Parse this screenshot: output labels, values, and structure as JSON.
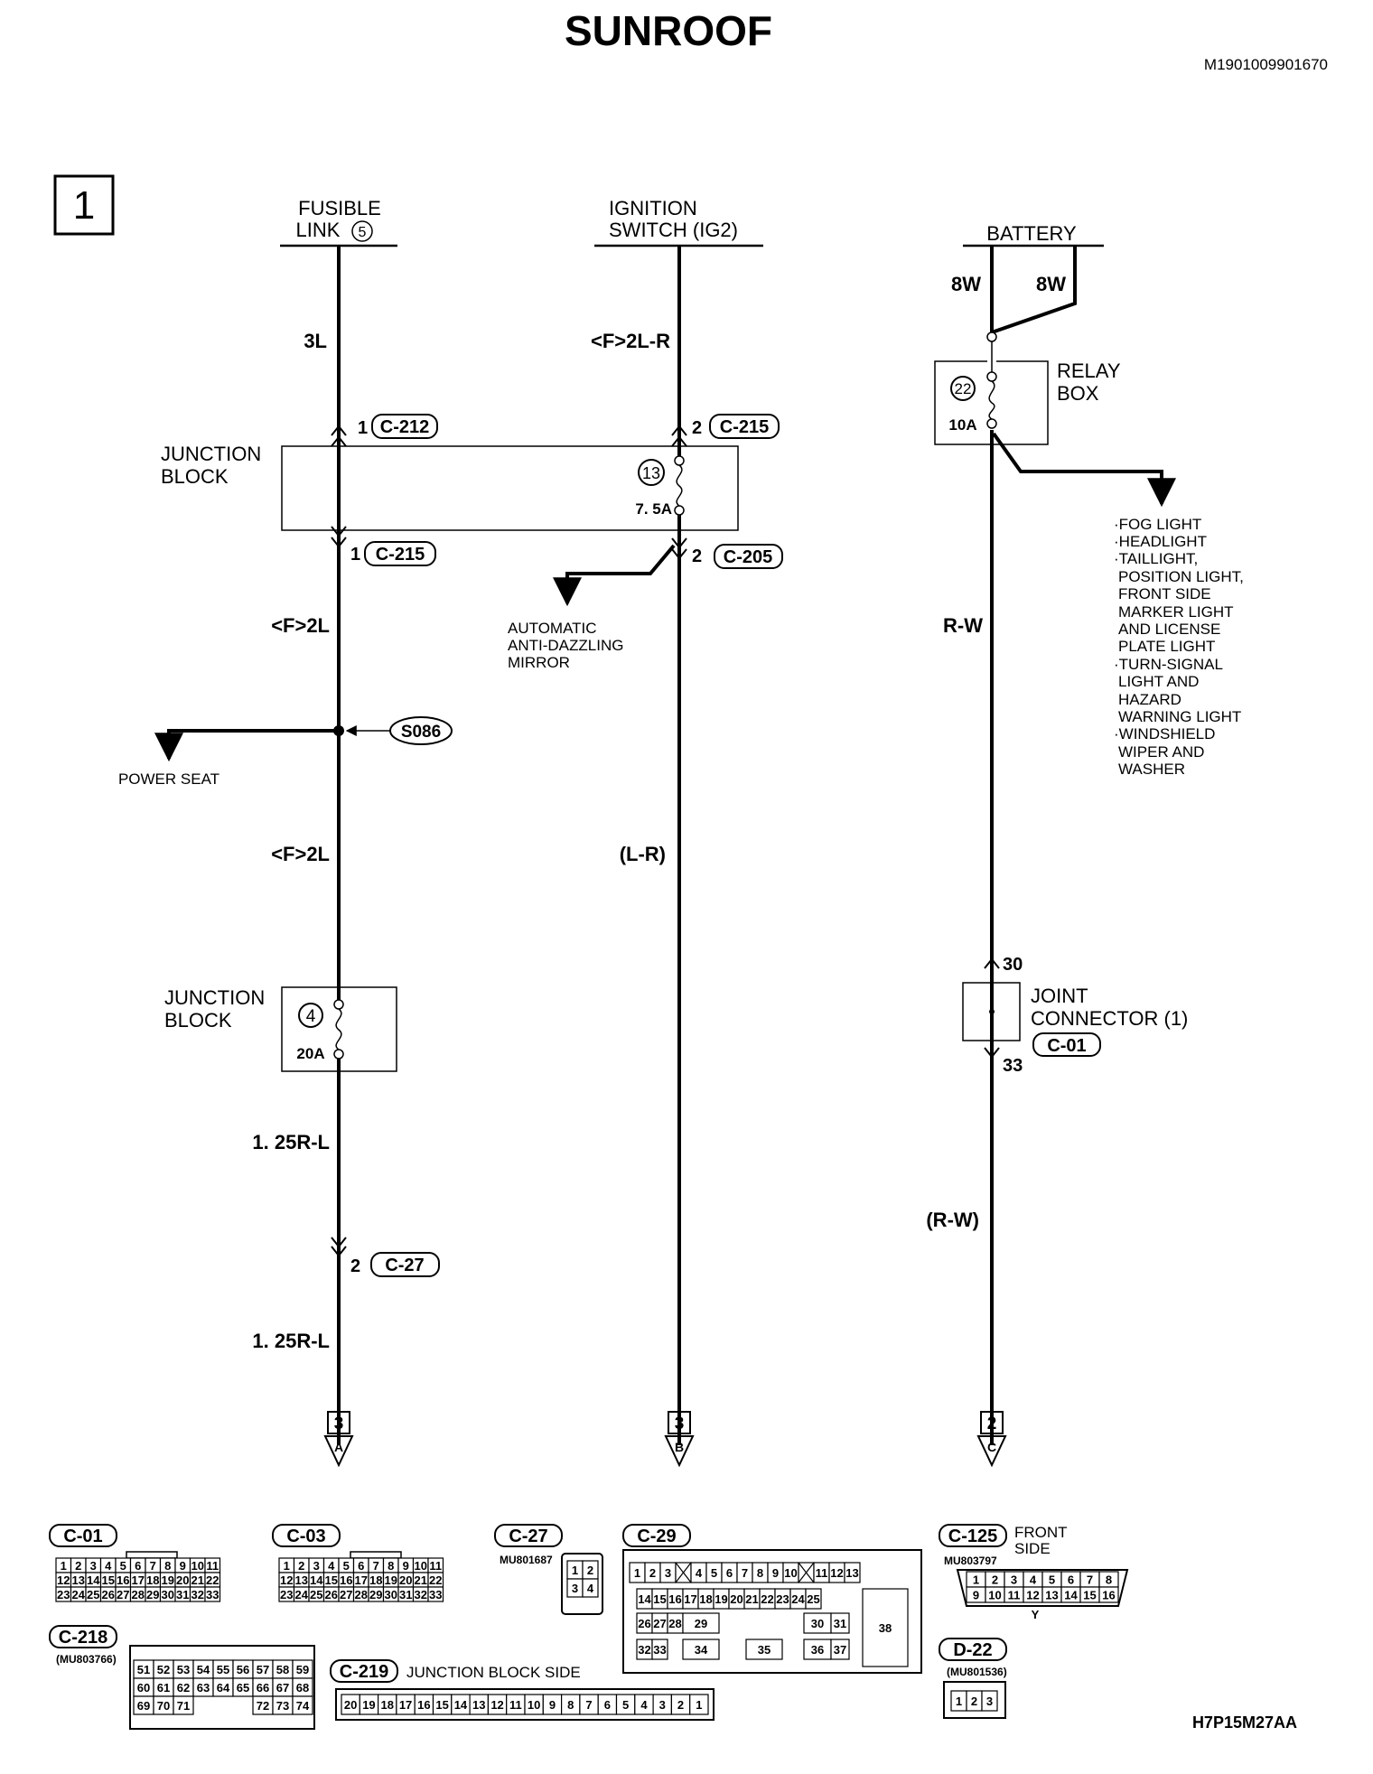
{
  "title": "SUNROOF",
  "doc_code": "M1901009901670",
  "page_box": "1",
  "footer_code": "H7P15M27AA",
  "sources": {
    "fusible_link": [
      "FUSIBLE",
      "LINK"
    ],
    "fusible_link_no": "5",
    "ignition": [
      "IGNITION",
      "SWITCH (IG2)"
    ],
    "battery": "BATTERY"
  },
  "wires": {
    "w_3l": "3L",
    "w_f2lr": "<F>2L-R",
    "w_8w_a": "8W",
    "w_8w_b": "8W",
    "w_f2l_a": "<F>2L",
    "w_f2l_b": "<F>2L",
    "w_rw": "R-W",
    "w_lr": "(L-R)",
    "w_125rl_a": "1. 25R-L",
    "w_125rl_b": "1. 25R-L",
    "w_rw_paren": "(R-W)"
  },
  "blocks": {
    "junction_block": [
      "JUNCTION",
      "BLOCK"
    ],
    "junction_block2": [
      "JUNCTION",
      "BLOCK"
    ],
    "relay_box": [
      "RELAY",
      "BOX"
    ],
    "joint_connector": [
      "JOINT",
      "CONNECTOR (1)"
    ]
  },
  "fuses": {
    "f13_no": "13",
    "f13_amp": "7. 5A",
    "f22_no": "22",
    "f22_amp": "10A",
    "f4_no": "4",
    "f4_amp": "20A"
  },
  "pins": {
    "p1_c212": "1",
    "c212": "C-212",
    "p2_c215": "2",
    "c215_top": "C-215",
    "p1_c215": "1",
    "c215_bot": "C-215",
    "p2_c205": "2",
    "c205": "C-205",
    "p2_c27": "2",
    "c27": "C-27",
    "p30": "30",
    "p33": "33",
    "c01": "C-01",
    "splice": "S086"
  },
  "branches": {
    "mirror": [
      "AUTOMATIC",
      "ANTI-DAZZLING",
      "MIRROR"
    ],
    "power_seat": "POWER SEAT",
    "relay_loads": [
      "·FOG LIGHT",
      "·HEADLIGHT",
      "·TAILLIGHT,",
      "POSITION LIGHT,",
      "FRONT SIDE",
      "MARKER LIGHT",
      "AND LICENSE",
      "PLATE LIGHT",
      "·TURN-SIGNAL",
      "LIGHT AND",
      "HAZARD",
      "WARNING LIGHT",
      "·WINDSHIELD",
      "WIPER AND",
      "WASHER"
    ]
  },
  "continuations": [
    {
      "page": "3",
      "letter": "A"
    },
    {
      "page": "3",
      "letter": "B"
    },
    {
      "page": "2",
      "letter": "C"
    }
  ],
  "connectors": {
    "c01": {
      "name": "C-01",
      "rows": [
        [
          "1",
          "2",
          "3",
          "4",
          "5",
          "6",
          "7",
          "8",
          "9",
          "10",
          "11"
        ],
        [
          "12",
          "13",
          "14",
          "15",
          "16",
          "17",
          "18",
          "19",
          "20",
          "21",
          "22"
        ],
        [
          "23",
          "24",
          "25",
          "26",
          "27",
          "28",
          "29",
          "30",
          "31",
          "32",
          "33"
        ]
      ]
    },
    "c03": {
      "name": "C-03",
      "rows": [
        [
          "1",
          "2",
          "3",
          "4",
          "5",
          "6",
          "7",
          "8",
          "9",
          "10",
          "11"
        ],
        [
          "12",
          "13",
          "14",
          "15",
          "16",
          "17",
          "18",
          "19",
          "20",
          "21",
          "22"
        ],
        [
          "23",
          "24",
          "25",
          "26",
          "27",
          "28",
          "29",
          "30",
          "31",
          "32",
          "33"
        ]
      ]
    },
    "c27": {
      "name": "C-27",
      "part": "MU801687",
      "rows": [
        [
          "1",
          "2"
        ],
        [
          "3",
          "4"
        ]
      ]
    },
    "c29": {
      "name": "C-29",
      "row1": [
        "1",
        "2",
        "3",
        "",
        "4",
        "5",
        "6",
        "7",
        "8",
        "9",
        "10",
        "",
        "11",
        "12",
        "13"
      ],
      "row2": [
        "14",
        "15",
        "16",
        "17",
        "18",
        "19",
        "20",
        "21",
        "22",
        "23",
        "24",
        "25"
      ],
      "row3": [
        "26",
        "27",
        "28",
        "29",
        "30",
        "31"
      ],
      "row4": [
        "32",
        "33",
        "34",
        "35",
        "36",
        "37"
      ],
      "big": "38"
    },
    "c125": {
      "name": "C-125",
      "note": [
        "FRONT",
        "SIDE"
      ],
      "part": "MU803797",
      "rows": [
        [
          "1",
          "2",
          "3",
          "4",
          "5",
          "6",
          "7",
          "8"
        ],
        [
          "9",
          "10",
          "11",
          "12",
          "13",
          "14",
          "15",
          "16"
        ]
      ],
      "mark": "Y"
    },
    "c218": {
      "name": "C-218",
      "part": "(MU803766)",
      "rows": [
        [
          "51",
          "52",
          "53",
          "54",
          "55",
          "56",
          "57",
          "58",
          "59"
        ],
        [
          "60",
          "61",
          "62",
          "63",
          "64",
          "65",
          "66",
          "67",
          "68"
        ],
        [
          "69",
          "70",
          "71",
          "",
          "",
          "",
          "72",
          "73",
          "74"
        ]
      ]
    },
    "c219": {
      "name": "C-219",
      "note": "JUNCTION BLOCK SIDE",
      "cells": [
        "20",
        "19",
        "18",
        "17",
        "16",
        "15",
        "14",
        "13",
        "12",
        "11",
        "10",
        "9",
        "8",
        "7",
        "6",
        "5",
        "4",
        "3",
        "2",
        "1"
      ]
    },
    "d22": {
      "name": "D-22",
      "part": "(MU801536)",
      "cells": [
        "1",
        "2",
        "3"
      ]
    }
  }
}
